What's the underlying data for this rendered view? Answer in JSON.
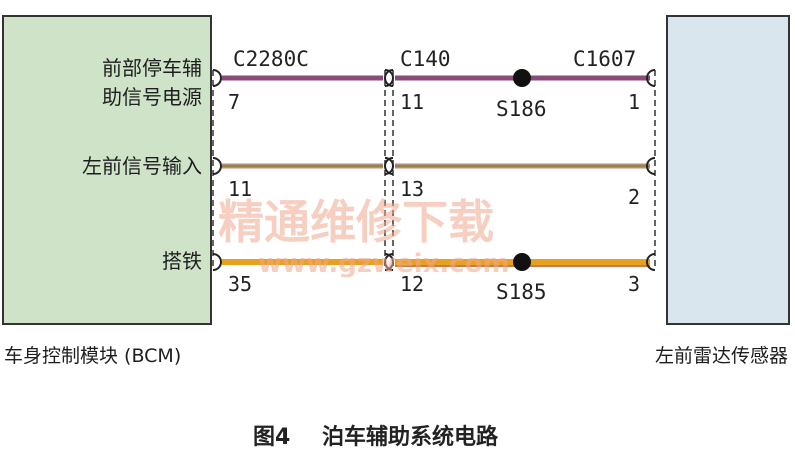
{
  "modules": {
    "left": {
      "name": "车身控制模块 (BCM)",
      "fill": "#cfe3c9"
    },
    "right": {
      "name": "左前雷达传感器",
      "fill": "#d9e6ee"
    }
  },
  "connectors": {
    "c1": "C2280C",
    "c2": "C140",
    "c3": "C1607"
  },
  "circuits": [
    {
      "label_line1": "前部停车辅",
      "label_line2": "助信号电源",
      "pin_left": "7",
      "pin_mid": "11",
      "pin_right": "1",
      "splice": "S186",
      "wire_color": "#8a4a7a"
    },
    {
      "label_line1": "左前信号输入",
      "label_line2": "",
      "pin_left": "11",
      "pin_mid": "13",
      "pin_right": "2",
      "splice": "",
      "wire_color": "#c08a7a"
    },
    {
      "label_line1": "搭铁",
      "label_line2": "",
      "pin_left": "35",
      "pin_mid": "12",
      "pin_right": "3",
      "splice": "S185",
      "wire_color": "#e8a020"
    }
  ],
  "caption": {
    "figure": "图4",
    "title": "泊车辅助系统电路"
  },
  "watermark": {
    "text": "精通维修下载",
    "url": "www.gzweix.com"
  }
}
